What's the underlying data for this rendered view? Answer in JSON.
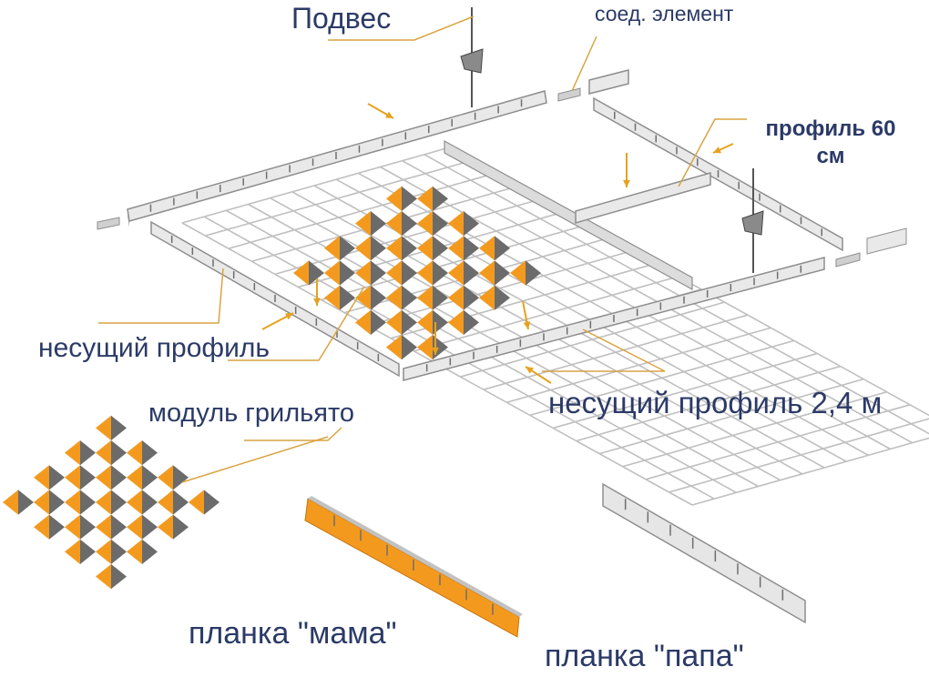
{
  "labels": {
    "podves": "Подвес",
    "soed_element": "соед. элемент",
    "profil_60": "профиль 60 см",
    "nesushchiy_profil": "несущий профиль",
    "nesushchiy_profil_24": "несущий профиль 2,4 м",
    "modul_grilyato": "модуль грильято",
    "planka_mama": "планка \"мама\"",
    "planka_papa": "планка \"папа\""
  },
  "colors": {
    "text": "#2b3a67",
    "leader_line": "#d9a441",
    "arrow": "#e6a21f",
    "orange": "#f39a1e",
    "gray_cell": "#6b6b6b",
    "profile_fill": "#e6e6e6",
    "profile_edge": "#8e8e8e",
    "grid_line": "#bfbfbf"
  }
}
